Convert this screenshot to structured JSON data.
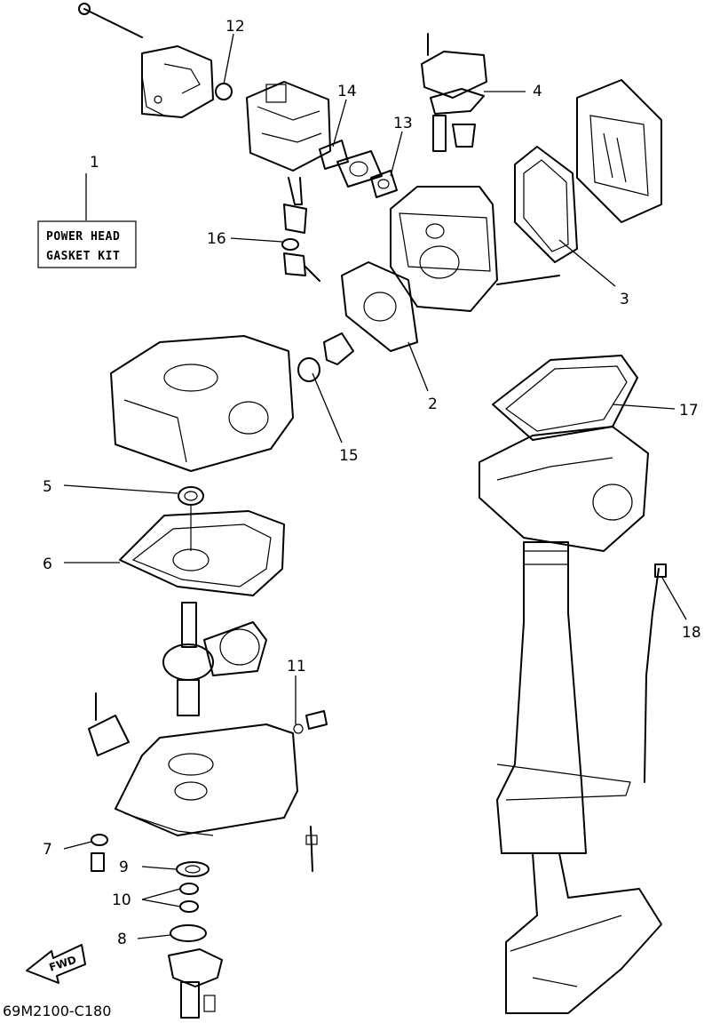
{
  "kit_box": {
    "line1": "POWER HEAD",
    "line2": "GASKET KIT"
  },
  "callouts": [
    "1",
    "2",
    "3",
    "4",
    "5",
    "6",
    "7",
    "8",
    "9",
    "10",
    "11",
    "12",
    "13",
    "14",
    "15",
    "16",
    "17",
    "18"
  ],
  "fwd_arrow": "FWD",
  "diagram_code": "69M2100-C180"
}
